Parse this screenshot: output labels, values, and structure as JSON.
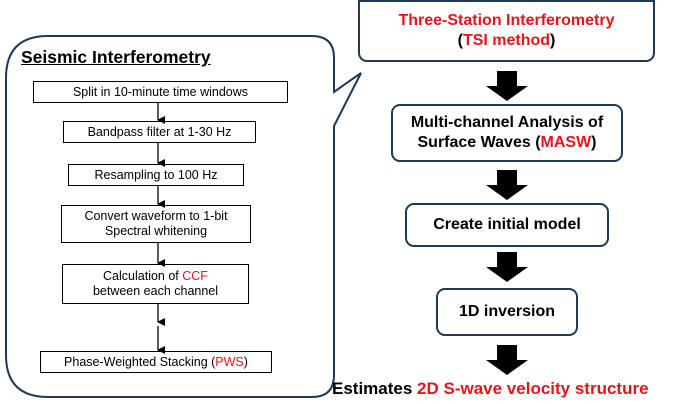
{
  "left_panel": {
    "title": "Seismic Interferometry",
    "steps": [
      {
        "line1": "Split in 10-minute time windows"
      },
      {
        "line1": "Bandpass filter at 1-30 Hz"
      },
      {
        "line1": "Resampling to 100 Hz"
      },
      {
        "line1": "Convert waveform to 1-bit",
        "line2": "Spectral whitening"
      },
      {
        "line1_pre": "Calculation of ",
        "line1_red": "CCF",
        "line2": "between each channel"
      },
      {
        "pre": "Phase-Weighted Stacking (",
        "red": "PWS",
        "post": ")"
      }
    ]
  },
  "right_flow": {
    "tsi": {
      "line1": "Three-Station Interferometry",
      "line2_open": "(",
      "line2_red": "TSI method",
      "line2_close": ")"
    },
    "masw": {
      "line1": "Multi-channel Analysis of",
      "line2_pre": "Surface Waves (",
      "line2_red": "MASW",
      "line2_post": ")"
    },
    "initial_model": "Create initial model",
    "inversion": "1D inversion",
    "result": {
      "pre": "Estimates ",
      "red": "2D S-wave velocity structure"
    }
  },
  "colors": {
    "accent_red": "#e8141b",
    "box_border": "#1f3a52",
    "arrow": "#000000"
  }
}
